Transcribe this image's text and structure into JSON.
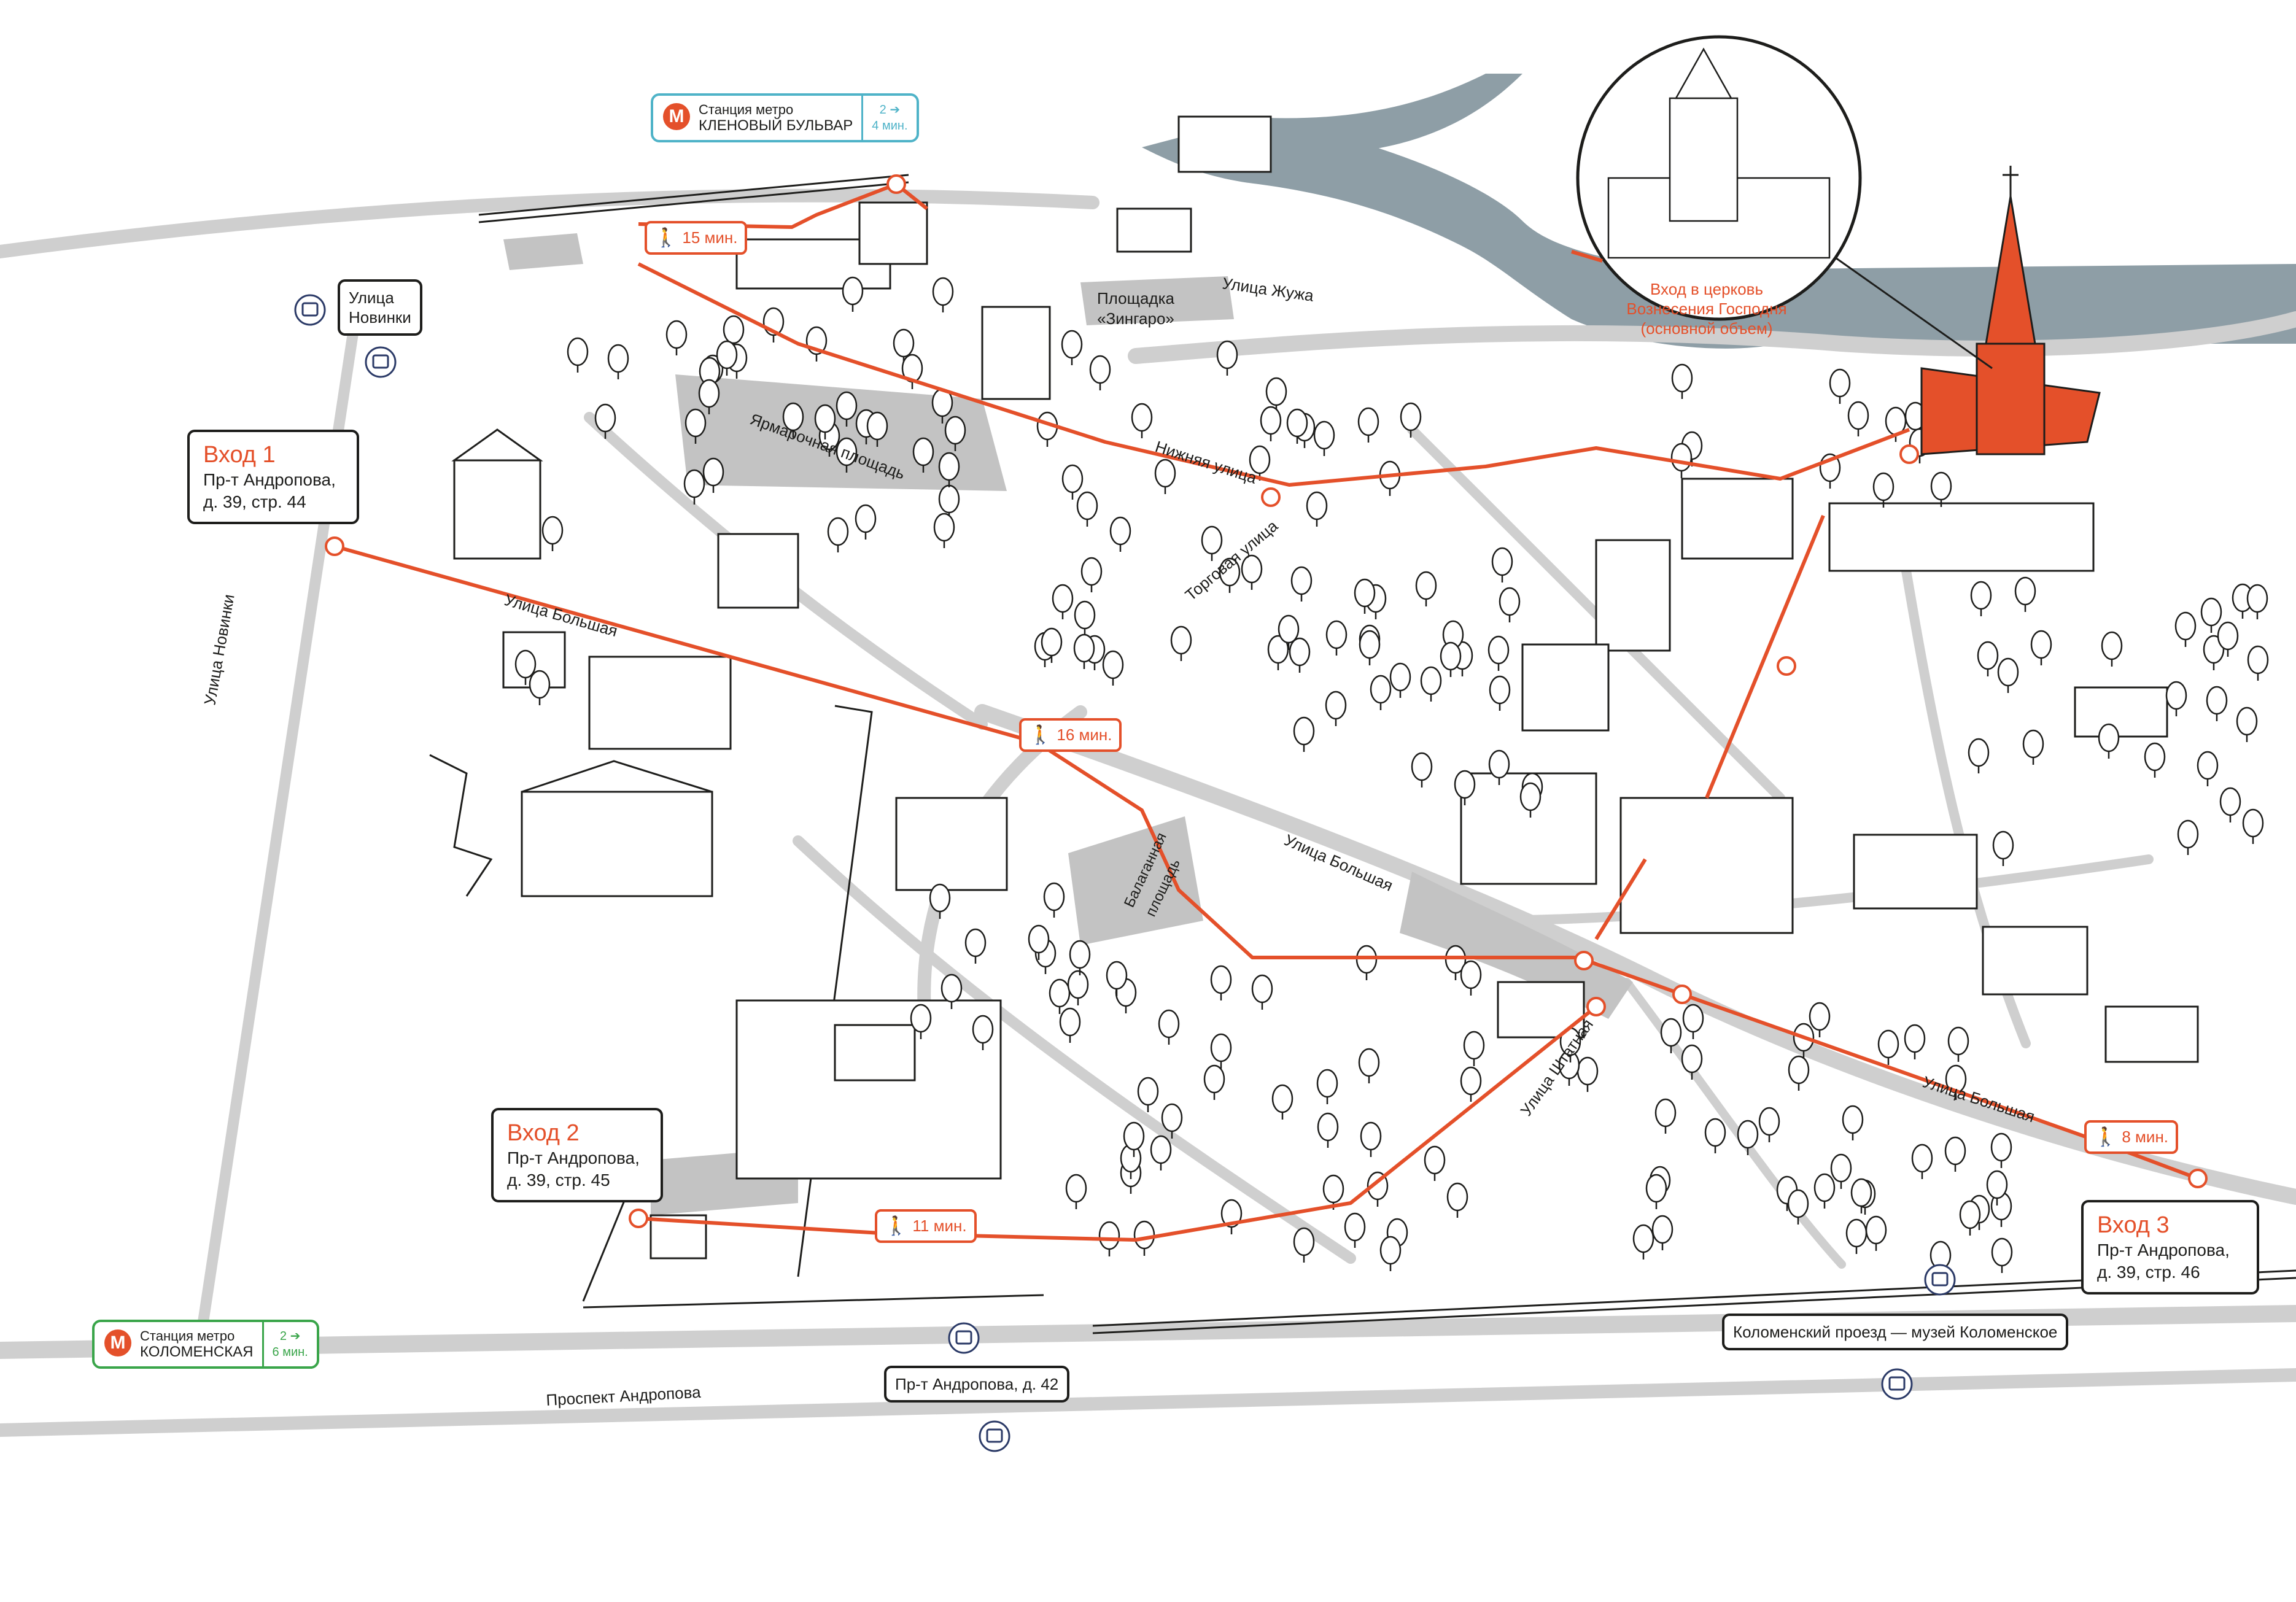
{
  "colors": {
    "route": "#e4502a",
    "road": "#cfcfcf",
    "plaza": "#c3c3c3",
    "water": "#8e9ea6",
    "metro_blue": "#4fb3c8",
    "metro_green": "#3aa54a",
    "bus": "#2b3a67",
    "ink": "#1d1d1b"
  },
  "entrances": [
    {
      "title": "Вход 1",
      "line1": "Пр-т Андропова,",
      "line2": "д. 39, стр. 44"
    },
    {
      "title": "Вход 2",
      "line1": "Пр-т Андропова,",
      "line2": "д. 39, стр. 45"
    },
    {
      "title": "Вход 3",
      "line1": "Пр-т Андропова,",
      "line2": "д. 39, стр. 46"
    }
  ],
  "metro": [
    {
      "label": "Станция метро",
      "name": "КЛЕНОВЫЙ БУЛЬВАР",
      "walk_top": "2 ➔",
      "walk_bottom": "4 мин.",
      "color": "#4fb3c8",
      "icon": "metro-icon"
    },
    {
      "label": "Станция метро",
      "name": "КОЛОМЕНСКАЯ",
      "walk_top": "2 ➔",
      "walk_bottom": "6 мин.",
      "color": "#3aa54a",
      "icon": "metro-icon"
    }
  ],
  "walk_times": [
    {
      "text": "15 мин.",
      "icon": "walking-person-icon"
    },
    {
      "text": "16 мин.",
      "icon": "walking-person-icon"
    },
    {
      "text": "11 мин.",
      "icon": "walking-person-icon"
    },
    {
      "text": "8 мин.",
      "icon": "walking-person-icon"
    }
  ],
  "bus_stops": [
    {
      "line1": "Улица",
      "line2": "Новинки",
      "icon": "bus-icon"
    },
    {
      "line1": "Пр-т Андропова, д. 42",
      "icon": "bus-icon"
    },
    {
      "line1": "Коломенский проезд — музей Коломенское",
      "icon": "bus-icon"
    }
  ],
  "callout": {
    "line1": "Вход в церковь",
    "line2": "Вознесения Господня",
    "line3": "(основной объем)"
  },
  "streets": {
    "zhuzha": "Улица Жужа",
    "zingaro_1": "Площадка",
    "zingaro_2": "«Зингаро»",
    "yarmarochnaya": "Ярмарочная площадь",
    "nizhnyaya": "Нижняя улица",
    "torgovaya": "Торговая улица",
    "bolshaya": "Улица Большая",
    "novinki": "Улица Новинки",
    "balagannaya_1": "Балаганная",
    "balagannaya_2": "площадь",
    "shtatnaya": "Улица Штатная",
    "andropova": "Проспект Андропова"
  }
}
